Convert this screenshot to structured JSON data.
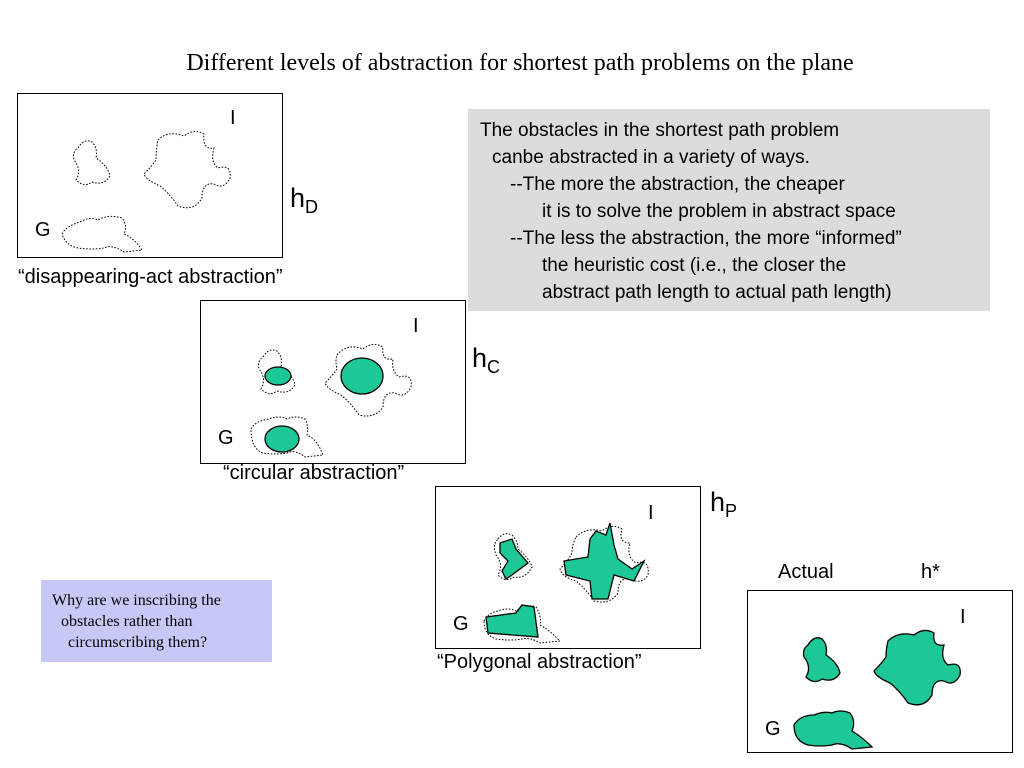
{
  "title": "Different levels of abstraction for shortest path problems on the plane",
  "panels": {
    "disappearing": {
      "caption": "“disappearing-act abstraction”",
      "h_main": "h",
      "h_sub": "D",
      "i_label": "I",
      "g_label": "G"
    },
    "circular": {
      "caption": "“circular abstraction”",
      "h_main": "h",
      "h_sub": "C",
      "i_label": "I",
      "g_label": "G"
    },
    "polygonal": {
      "caption": "“Polygonal abstraction”",
      "h_main": "h",
      "h_sub": "P",
      "i_label": "I",
      "g_label": "G"
    },
    "actual": {
      "caption": "Actual",
      "h_label": "h*",
      "i_label": "I",
      "g_label": "G"
    }
  },
  "note": {
    "lines": [
      "The obstacles in the shortest path problem",
      "canbe abstracted in a variety of ways.",
      "--The more the abstraction, the cheaper",
      "it is to solve the problem in abstract space",
      "--The less the abstraction, the more “informed”",
      "the heuristic cost (i.e., the closer the",
      "abstract path length to actual path length)"
    ]
  },
  "question": {
    "lines": [
      "Why are we inscribing the",
      "obstacles rather than",
      "circumscribing them?"
    ]
  },
  "colors": {
    "obstacle_fill": "#1ec896",
    "note_bg": "#dcdcdc",
    "question_bg": "#c8c8f8"
  }
}
